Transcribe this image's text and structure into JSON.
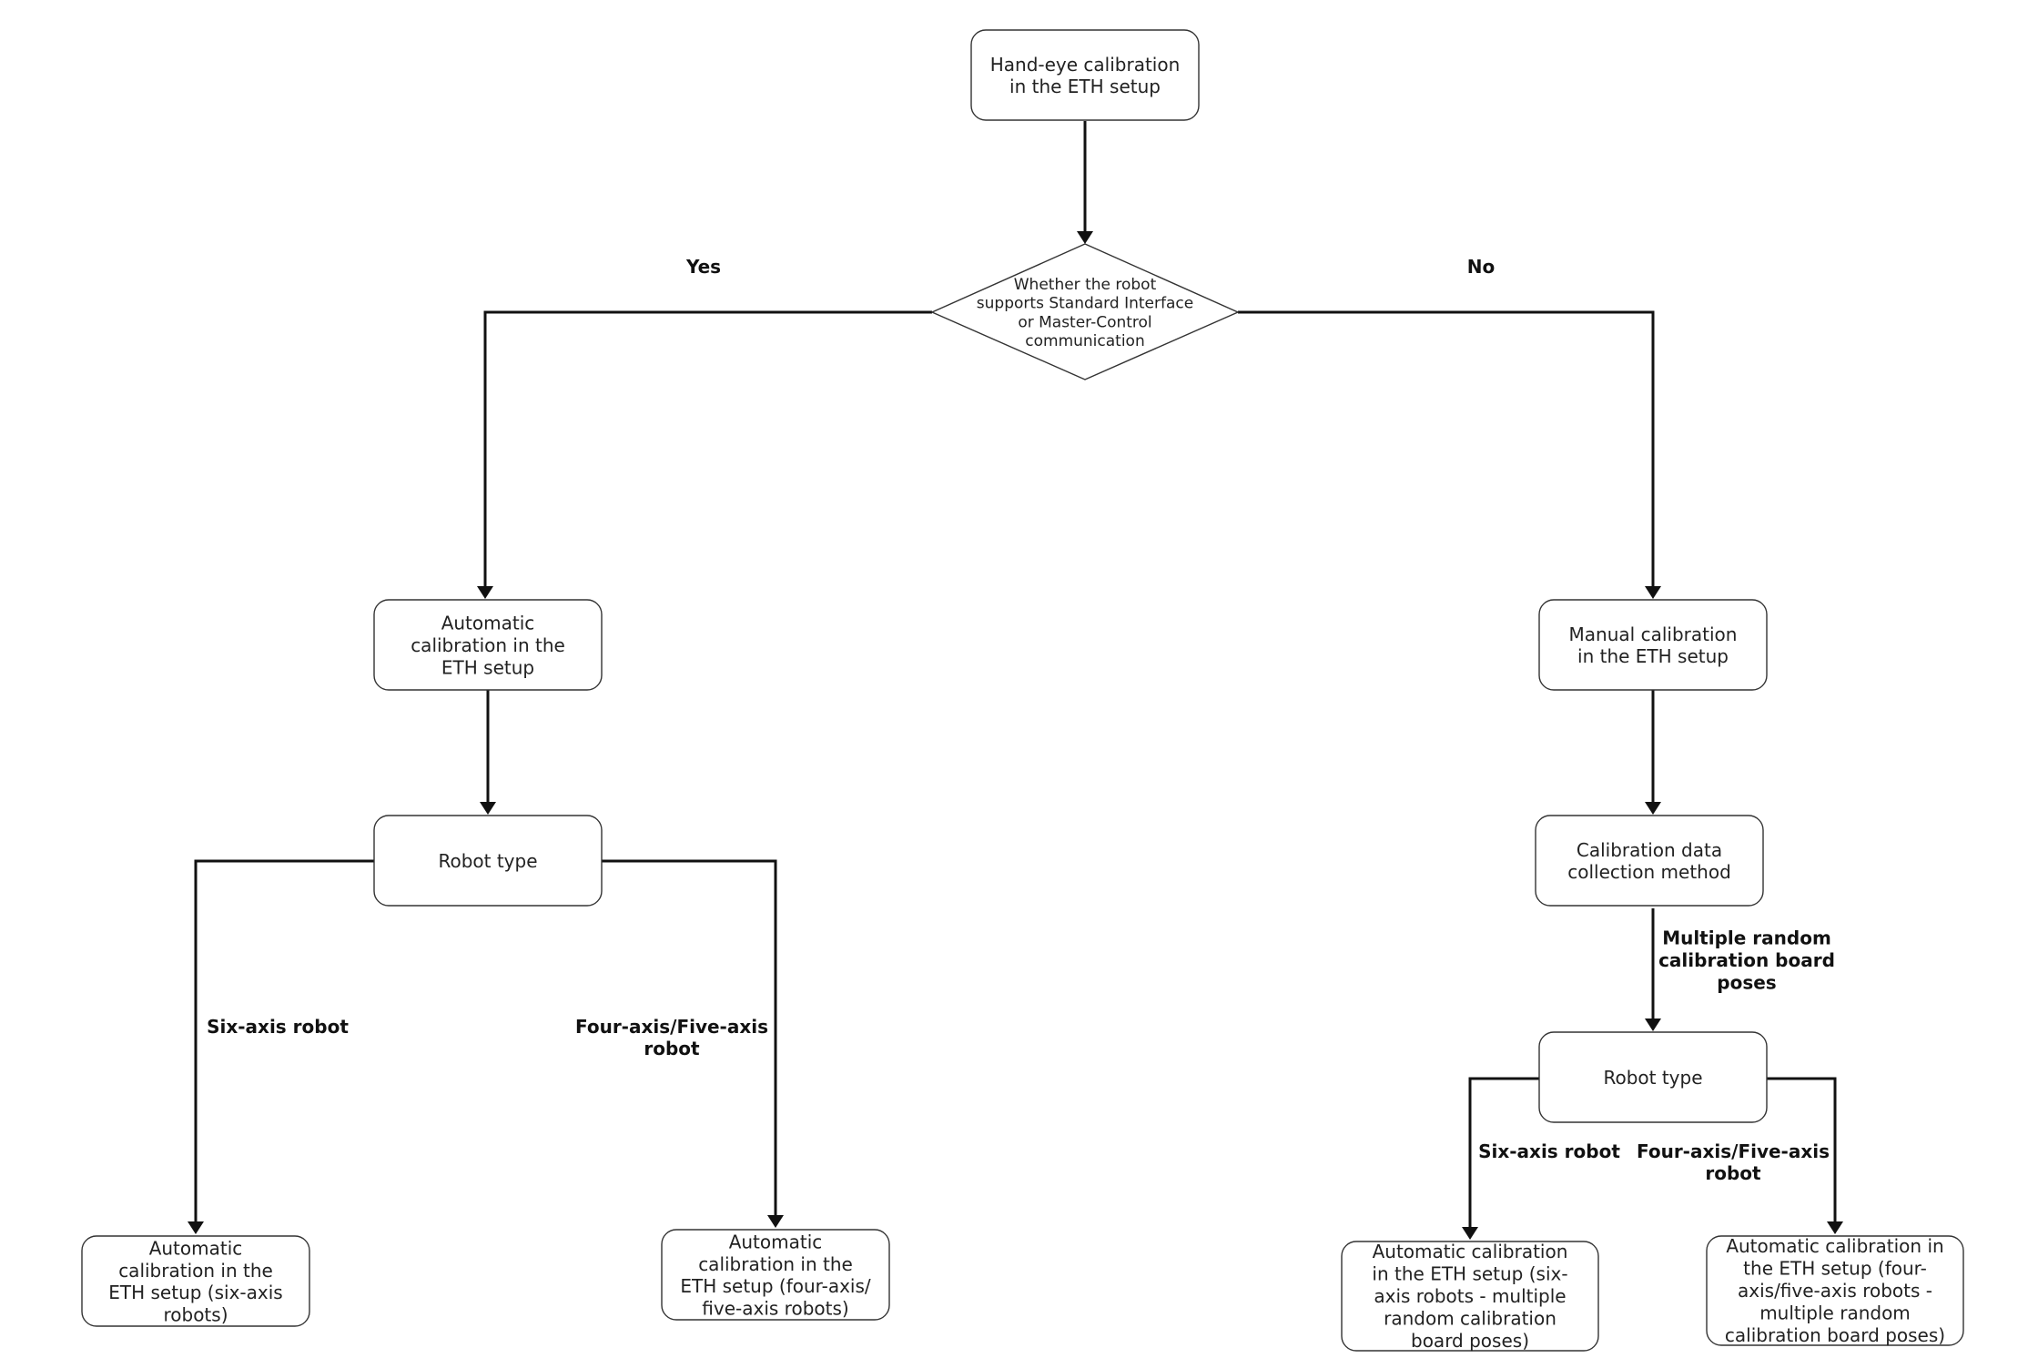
{
  "nodes": {
    "start": [
      "Hand-eye calibration",
      "in the ETH setup"
    ],
    "decision": [
      "Whether the robot",
      "supports Standard Interface",
      "or Master-Control",
      "communication"
    ],
    "auto_calib": [
      "Automatic",
      "calibration in the",
      "ETH setup"
    ],
    "manual_calib": [
      "Manual calibration",
      "in the ETH setup"
    ],
    "robot_type_left": [
      "Robot type"
    ],
    "data_method": [
      "Calibration data",
      "collection method"
    ],
    "robot_type_right": [
      "Robot type"
    ],
    "auto_six": [
      "Automatic",
      "calibration in the",
      "ETH setup (six-axis",
      "robots)"
    ],
    "auto_four_five": [
      "Automatic",
      "calibration in the",
      "ETH setup (four-axis/",
      "five-axis robots)"
    ],
    "manual_six": [
      "Automatic calibration",
      "in the ETH setup (six-",
      "axis robots - multiple",
      "random calibration",
      "board poses)"
    ],
    "manual_four_five": [
      "Automatic calibration in",
      "the ETH setup (four-",
      "axis/five-axis robots -",
      "multiple random",
      "calibration board poses)"
    ]
  },
  "edge_labels": {
    "yes": [
      "Yes"
    ],
    "no": [
      "No"
    ],
    "six_axis_left": [
      "Six-axis robot"
    ],
    "four_five_left": [
      "Four-axis/Five-axis",
      "robot"
    ],
    "multiple_poses": [
      "Multiple random",
      "calibration board",
      "poses"
    ],
    "six_axis_right": [
      "Six-axis robot"
    ],
    "four_five_right": [
      "Four-axis/Five-axis",
      "robot"
    ]
  },
  "colors": {
    "line": "#111111",
    "box_border": "#333333",
    "background": "#ffffff"
  }
}
